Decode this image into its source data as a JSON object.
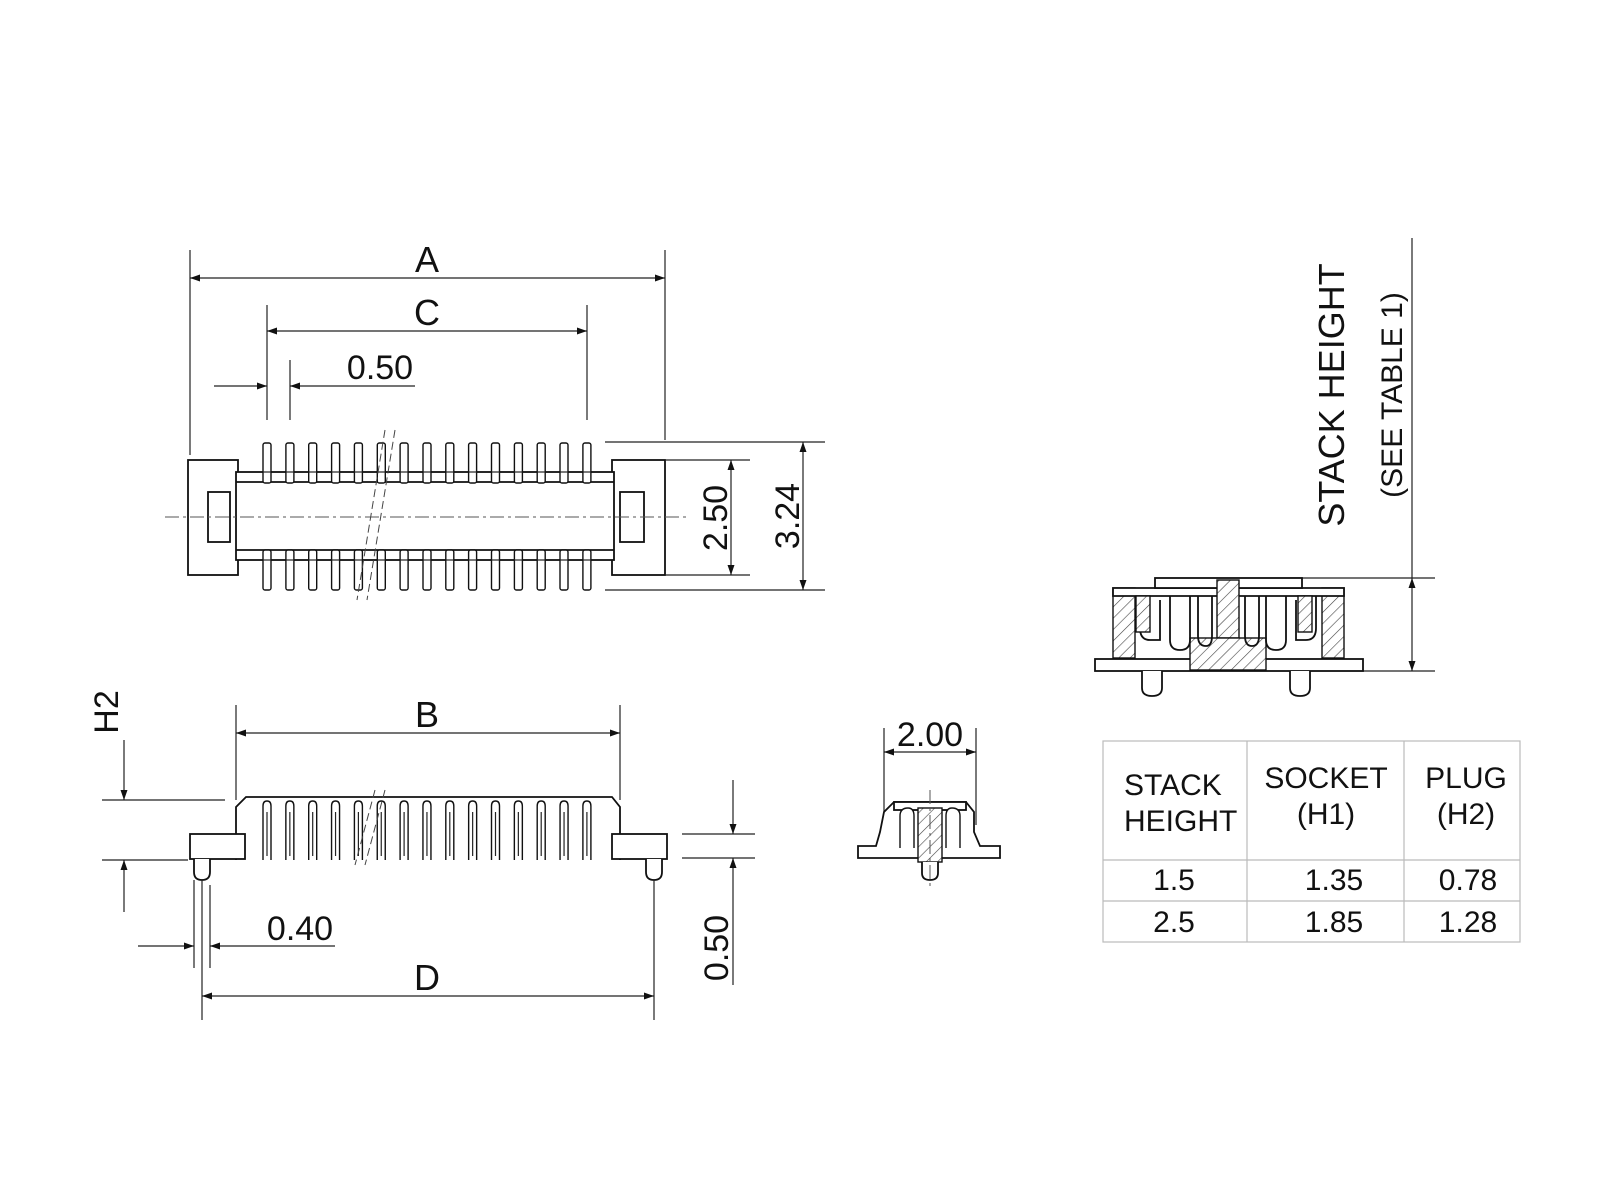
{
  "dimensions": {
    "A": "A",
    "C": "C",
    "pitch": "0.50",
    "width_inner": "2.50",
    "width_outer": "3.24",
    "B": "B",
    "H2": "H2",
    "D": "D",
    "pin_width": "0.40",
    "standoff": "0.50",
    "side_width": "2.00"
  },
  "stack": {
    "title": "STACK HEIGHT",
    "subtitle": "(SEE TABLE 1)"
  },
  "table": {
    "headers": [
      [
        "STACK",
        "HEIGHT"
      ],
      [
        "SOCKET",
        "(H1)"
      ],
      [
        "PLUG",
        "(H2)"
      ]
    ],
    "rows": [
      [
        "1.5",
        "1.35",
        "0.78"
      ],
      [
        "2.5",
        "1.85",
        "1.28"
      ]
    ]
  }
}
